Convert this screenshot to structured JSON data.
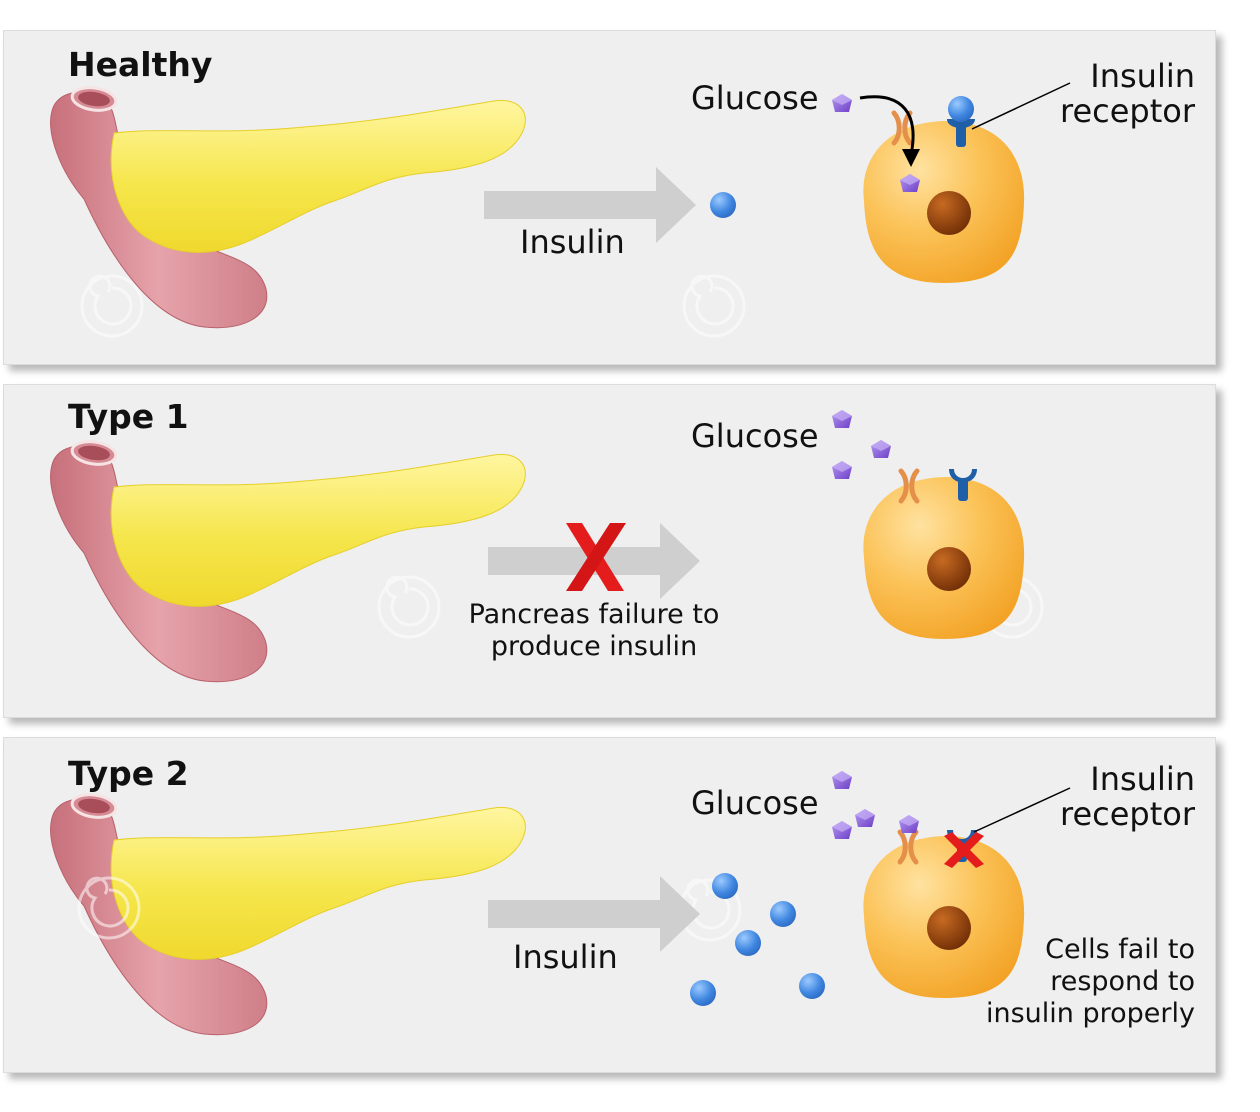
{
  "panels": [
    {
      "heading": "Healthy",
      "glucose_label": "Glucose",
      "insulin_label": "Insulin",
      "receptor_label_line1": "Insulin",
      "receptor_label_line2": "receptor"
    },
    {
      "heading": "Type 1",
      "glucose_label": "Glucose",
      "failure_line1": "Pancreas failure to",
      "failure_line2": "produce insulin"
    },
    {
      "heading": "Type 2",
      "glucose_label": "Glucose",
      "insulin_label": "Insulin",
      "receptor_label_line1": "Insulin",
      "receptor_label_line2": "receptor",
      "response_line1": "Cells fail to",
      "response_line2": "respond to",
      "response_line3": "insulin properly"
    }
  ],
  "colors": {
    "pancreas": "#f5e44a",
    "duodenum": "#d98a92",
    "cell": "#f8b63a",
    "nucleus": "#8a3a08",
    "insulin": "#3f86e0",
    "glucose": "#8b5cd6",
    "receptor": "#1f5fa8",
    "transporter": "#e79d55",
    "arrow": "#cfcfcf",
    "cross": "#e41c1c"
  }
}
